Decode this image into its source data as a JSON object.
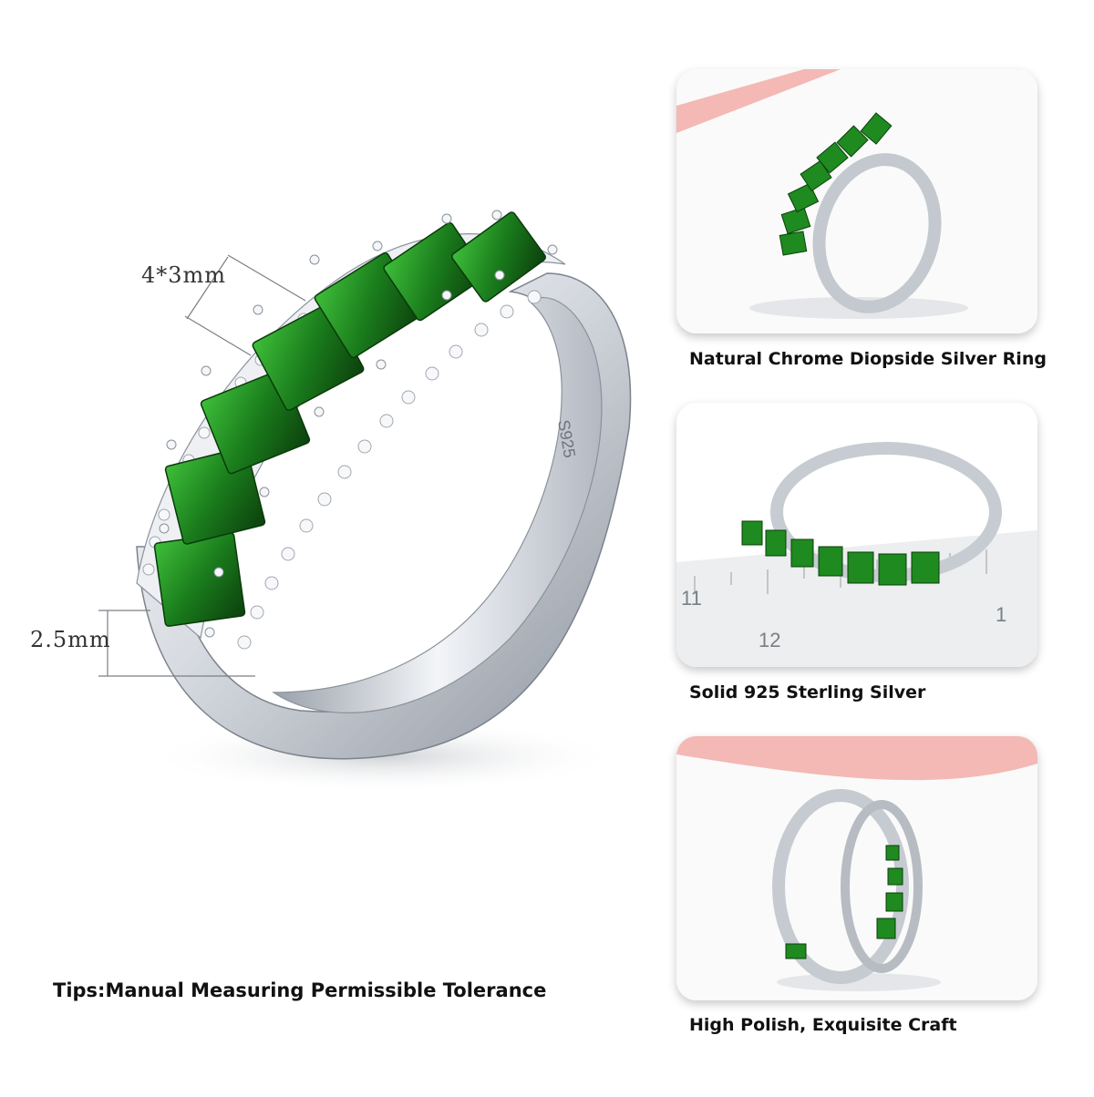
{
  "main": {
    "gem_size_label": "4*3mm",
    "band_width_label": "2.5mm",
    "hallmark": "S925",
    "tips": "Tips:Manual Measuring Permissible Tolerance"
  },
  "thumbs": [
    {
      "caption": "Natural Chrome Diopside Silver Ring"
    },
    {
      "caption": "Solid 925 Sterling Silver",
      "ruler_numbers": [
        "11",
        "12",
        "1"
      ]
    },
    {
      "caption": "High Polish, Exquisite Craft"
    }
  ],
  "colors": {
    "gem": "#1f8a1f",
    "gem_dark": "#0f4f10",
    "silver": "#d9dde3",
    "silver_dark": "#8f96a0",
    "ribbon": "#f4b8b5"
  }
}
